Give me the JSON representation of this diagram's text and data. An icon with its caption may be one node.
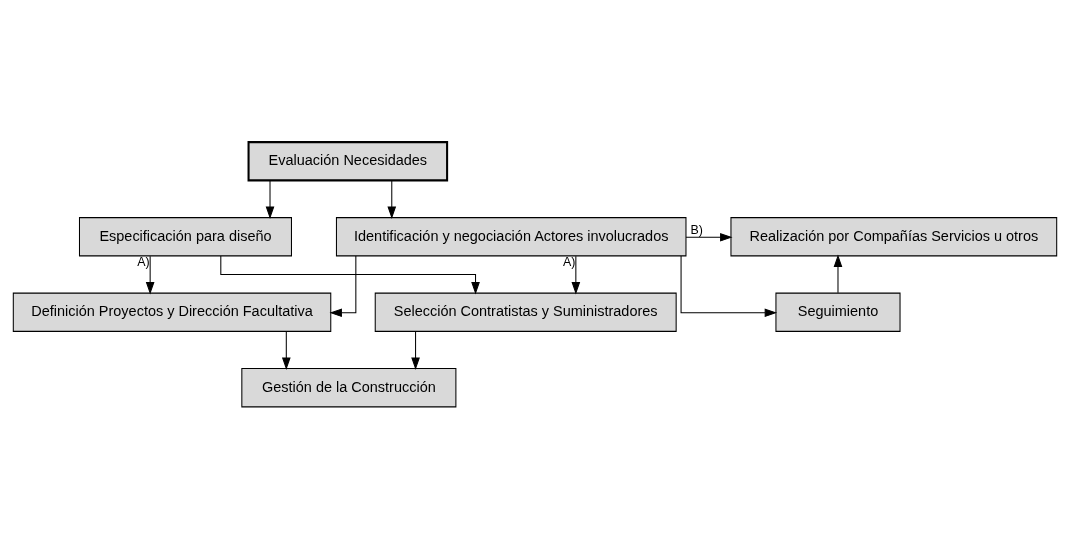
{
  "diagram": {
    "nodes": [
      {
        "text": [
          "Evaluación Necesidades"
        ]
      },
      {
        "text": [
          "Especificación para diseño"
        ]
      },
      {
        "text": [
          "Identificación y negociación Actores involucrados"
        ]
      },
      {
        "text": [
          "Seguimiento"
        ]
      },
      {
        "text": [
          "Realización por Compañías Servicios u otros"
        ]
      },
      {
        "text": [
          "Definición Proyectos y Dirección Facultativa"
        ]
      },
      {
        "text": [
          "Selección Contratistas y Suministradores"
        ]
      },
      {
        "text": [
          "Gestión de la Construcción"
        ]
      }
    ],
    "edges": [
      {
        "from": 0,
        "to": 1,
        "arrow": "to"
      },
      {
        "from": 0,
        "to": 2,
        "arrow": "to"
      },
      {
        "from": 2,
        "to": 3,
        "arrow": "to"
      },
      {
        "from": 3,
        "to": 4,
        "arrow": "to"
      },
      {
        "from": 2,
        "to": 4,
        "arrow": "to",
        "label": "B)"
      },
      {
        "from": 1,
        "to": 5,
        "arrow": "to",
        "label": "A)"
      },
      {
        "from": 1,
        "to": 6,
        "arrow": "to"
      },
      {
        "from": 2,
        "to": 5,
        "arrow": "to"
      },
      {
        "from": 2,
        "to": 6,
        "arrow": "to",
        "label": "A)"
      },
      {
        "from": 5,
        "to": 7,
        "arrow": "to"
      },
      {
        "from": 6,
        "to": 7,
        "arrow": "to"
      }
    ]
  }
}
